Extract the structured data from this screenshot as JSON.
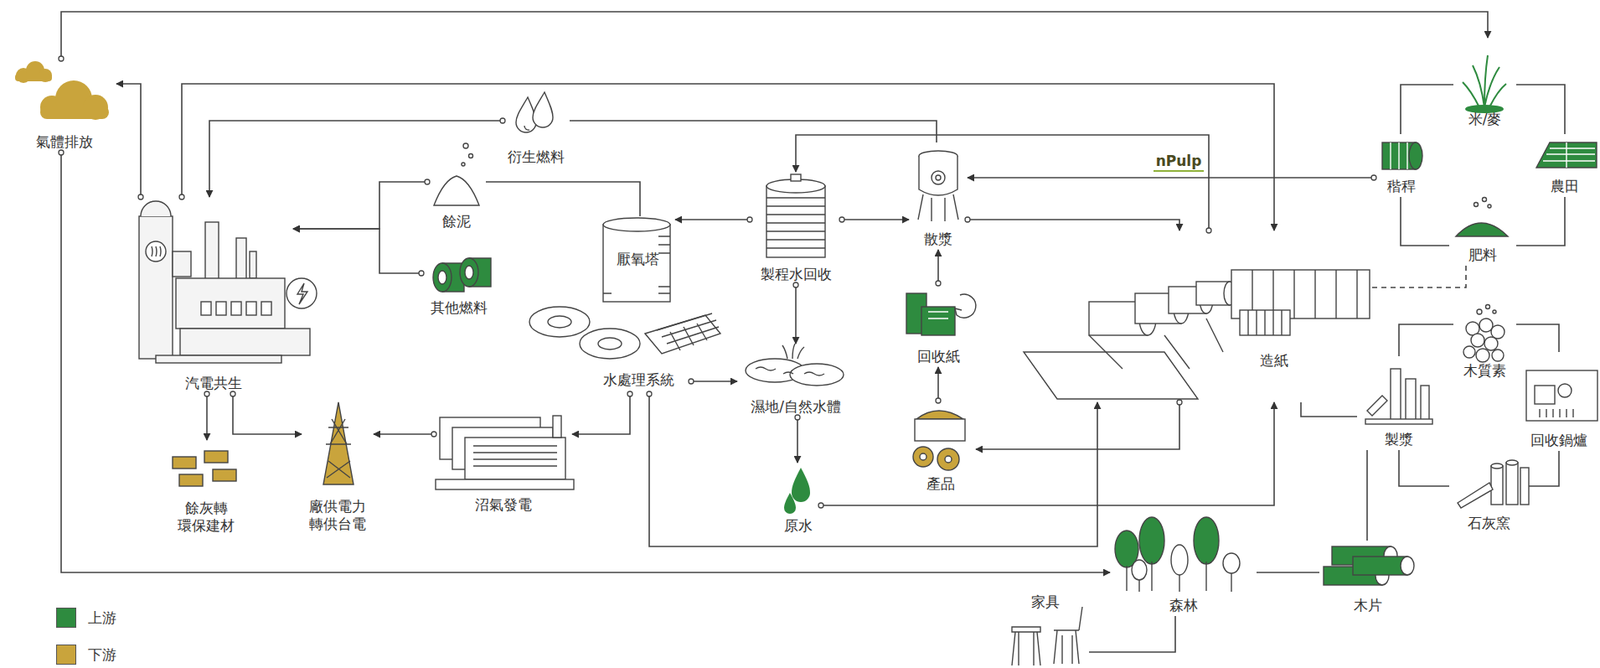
{
  "diagram": {
    "nodes": [
      {
        "text": [
          "氣體排放"
        ]
      },
      {
        "text": [
          "衍生燃料"
        ]
      },
      {
        "text": [
          "餘泥"
        ]
      },
      {
        "text": [
          "其他燃料"
        ]
      },
      {
        "text": [
          "汽電共生"
        ]
      },
      {
        "text": [
          "厭氧塔"
        ]
      },
      {
        "text": [
          "水處理系統"
        ]
      },
      {
        "text": [
          "製程水回收"
        ]
      },
      {
        "text": [
          "散漿"
        ]
      },
      {
        "text": [
          "回收紙"
        ]
      },
      {
        "text": [
          "產品"
        ]
      },
      {
        "text": [
          "濕地/自然水體"
        ]
      },
      {
        "text": [
          "原水"
        ]
      },
      {
        "text": [
          "沼氣發電"
        ]
      },
      {
        "text": [
          "廠供電力 轉供台電"
        ]
      },
      {
        "text": [
          "餘灰轉 環保建材"
        ]
      },
      {
        "text": [
          "造紙"
        ]
      },
      {
        "text": [
          "米/麥"
        ]
      },
      {
        "text": [
          "稭稈"
        ]
      },
      {
        "text": [
          "農田"
        ]
      },
      {
        "text": [
          "肥料"
        ]
      },
      {
        "text": [
          "木質素"
        ]
      },
      {
        "text": [
          "製漿"
        ]
      },
      {
        "text": [
          "回收鍋爐"
        ]
      },
      {
        "text": [
          "石灰窯"
        ]
      },
      {
        "text": [
          "森林"
        ]
      },
      {
        "text": [
          "木片"
        ]
      },
      {
        "text": [
          "家具"
        ]
      }
    ],
    "edges": [
      {
        "from": 4,
        "to": 0,
        "arrow": "to"
      },
      {
        "from": 0,
        "to": 17,
        "arrow": "to"
      },
      {
        "from": 0,
        "to": 25,
        "arrow": "to"
      },
      {
        "from": 8,
        "to": 1,
        "arrow": "none"
      },
      {
        "from": 1,
        "to": 4,
        "arrow": "to"
      },
      {
        "from": 4,
        "to": 16,
        "arrow": "to"
      },
      {
        "from": 2,
        "to": 4,
        "arrow": "to"
      },
      {
        "from": 3,
        "to": 4,
        "arrow": "to"
      },
      {
        "from": 5,
        "to": 2,
        "arrow": "none"
      },
      {
        "from": 7,
        "to": 5,
        "arrow": "to"
      },
      {
        "from": 7,
        "to": 8,
        "arrow": "to"
      },
      {
        "from": 7,
        "to": 11,
        "arrow": "to"
      },
      {
        "from": 16,
        "to": 7,
        "arrow": "to"
      },
      {
        "from": 8,
        "to": 16,
        "arrow": "to"
      },
      {
        "from": 9,
        "to": 8,
        "arrow": "to"
      },
      {
        "from": 10,
        "to": 9,
        "arrow": "to"
      },
      {
        "from": 16,
        "to": 10,
        "arrow": "to"
      },
      {
        "from": 6,
        "to": 11,
        "arrow": "to"
      },
      {
        "from": 6,
        "to": 13,
        "arrow": "to"
      },
      {
        "from": 13,
        "to": 14,
        "arrow": "to"
      },
      {
        "from": 4,
        "to": 14,
        "arrow": "to"
      },
      {
        "from": 4,
        "to": 15,
        "arrow": "to"
      },
      {
        "from": 11,
        "to": 12,
        "arrow": "to"
      },
      {
        "from": 12,
        "to": 16,
        "arrow": "to"
      },
      {
        "from": 6,
        "to": 16,
        "arrow": "to"
      },
      {
        "from": 18,
        "to": 8,
        "label": "nPulp",
        "arrow": "to"
      },
      {
        "from": 17,
        "to": 18,
        "arrow": "none"
      },
      {
        "from": 17,
        "to": 19,
        "arrow": "none"
      },
      {
        "from": 18,
        "to": 20,
        "arrow": "none"
      },
      {
        "from": 19,
        "to": 20,
        "arrow": "none"
      },
      {
        "from": 20,
        "to": 16,
        "arrow": "none"
      },
      {
        "from": 22,
        "to": 16,
        "arrow": "none"
      },
      {
        "from": 22,
        "to": 21,
        "arrow": "none"
      },
      {
        "from": 21,
        "to": 23,
        "arrow": "none"
      },
      {
        "from": 23,
        "to": 24,
        "arrow": "none"
      },
      {
        "from": 22,
        "to": 24,
        "arrow": "none"
      },
      {
        "from": 26,
        "to": 22,
        "arrow": "none"
      },
      {
        "from": 25,
        "to": 26,
        "arrow": "none"
      },
      {
        "from": 27,
        "to": 25,
        "arrow": "none"
      }
    ],
    "legend": [
      {
        "text": "上游",
        "color": "#2e8b3f"
      },
      {
        "text": "下游",
        "color": "#c9a43c"
      }
    ]
  }
}
